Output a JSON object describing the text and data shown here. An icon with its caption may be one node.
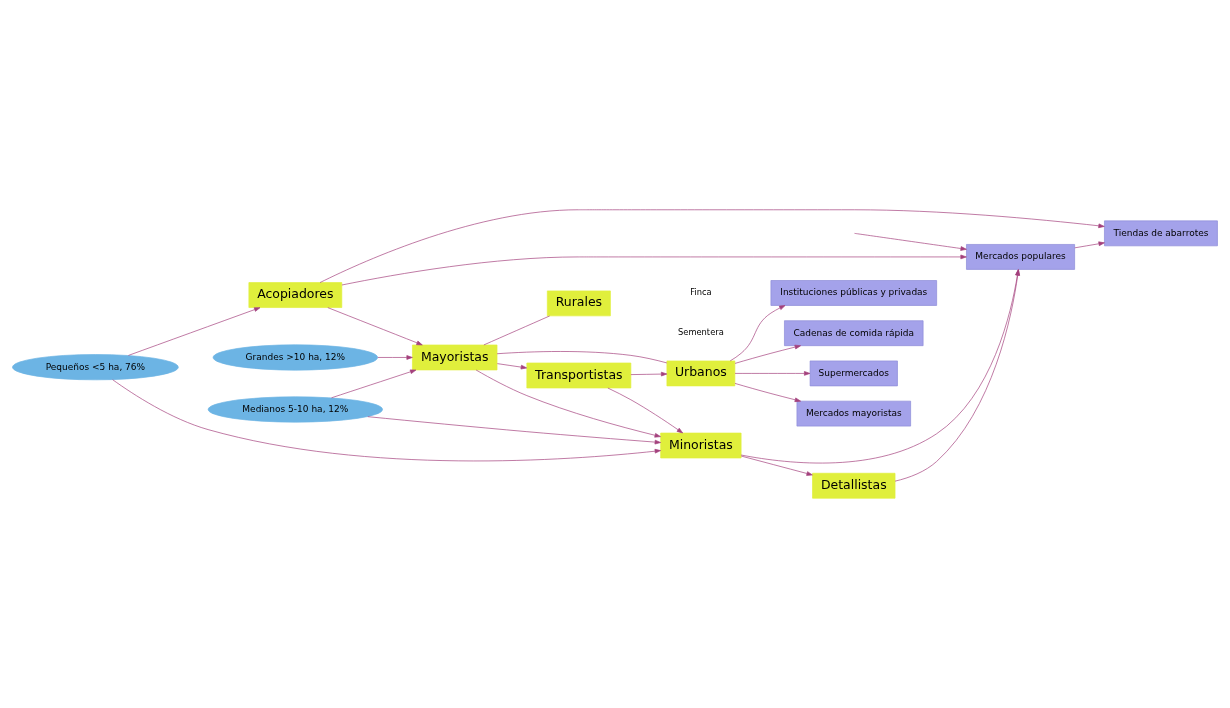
{
  "diagram": {
    "nodes": [
      {
        "text": [
          "Pequeños <5 ha, 76%"
        ]
      },
      {
        "text": [
          "Medianos 5-10 ha, 12%"
        ]
      },
      {
        "text": [
          "Grandes >10 ha, 12%"
        ]
      },
      {
        "text": [
          "Acopiadores"
        ]
      },
      {
        "text": [
          "Mayoristas"
        ]
      },
      {
        "text": [
          "Rurales"
        ]
      },
      {
        "text": [
          "Transportistas"
        ]
      },
      {
        "text": [
          "Urbanos"
        ]
      },
      {
        "text": [
          "Minoristas"
        ]
      },
      {
        "text": [
          "Detallistas"
        ]
      },
      {
        "text": [
          "Tiendas de abarrotes"
        ]
      },
      {
        "text": [
          "Mercados populares"
        ]
      },
      {
        "text": [
          "Mercados mayoristas"
        ]
      },
      {
        "text": [
          "Instituciones públicas y privadas"
        ]
      },
      {
        "text": [
          "Cadenas de comida rápida"
        ]
      },
      {
        "text": [
          "Supermercados"
        ]
      }
    ],
    "edges": [
      {
        "from": 0,
        "to": 3,
        "arrow": "to"
      },
      {
        "from": 0,
        "to": 8,
        "arrow": "to"
      },
      {
        "from": 1,
        "to": 4,
        "arrow": "to"
      },
      {
        "from": 1,
        "to": 8,
        "arrow": "to"
      },
      {
        "from": 2,
        "to": 4,
        "arrow": "to"
      },
      {
        "from": 3,
        "to": 4,
        "arrow": "to"
      },
      {
        "from": 3,
        "to": 10,
        "arrow": "to"
      },
      {
        "from": 3,
        "to": 11,
        "arrow": "to"
      },
      {
        "from": 4,
        "to": 5,
        "arrow": "none"
      },
      {
        "from": 4,
        "to": 6,
        "arrow": "to"
      },
      {
        "from": 4,
        "to": 8,
        "arrow": "to"
      },
      {
        "from": 4,
        "to": 7,
        "arrow": "none"
      },
      {
        "from": 6,
        "to": 7,
        "arrow": "to"
      },
      {
        "from": 6,
        "to": 8,
        "arrow": "to"
      },
      {
        "from": 8,
        "to": 9,
        "arrow": "to"
      },
      {
        "from": 7,
        "to": 12,
        "arrow": "to"
      },
      {
        "from": 7,
        "to": 13,
        "arrow": "to"
      },
      {
        "from": 7,
        "to": 14,
        "arrow": "to"
      },
      {
        "from": 7,
        "to": 15,
        "arrow": "to"
      },
      {
        "from": 8,
        "to": 11,
        "arrow": "to"
      },
      {
        "from": 9,
        "to": 11,
        "arrow": "to"
      },
      {
        "from": 11,
        "to": 10,
        "arrow": "to"
      },
      {
        "from": null,
        "to": 11,
        "arrow": "to"
      }
    ],
    "labels": [
      "Sementera",
      "Finca"
    ]
  }
}
